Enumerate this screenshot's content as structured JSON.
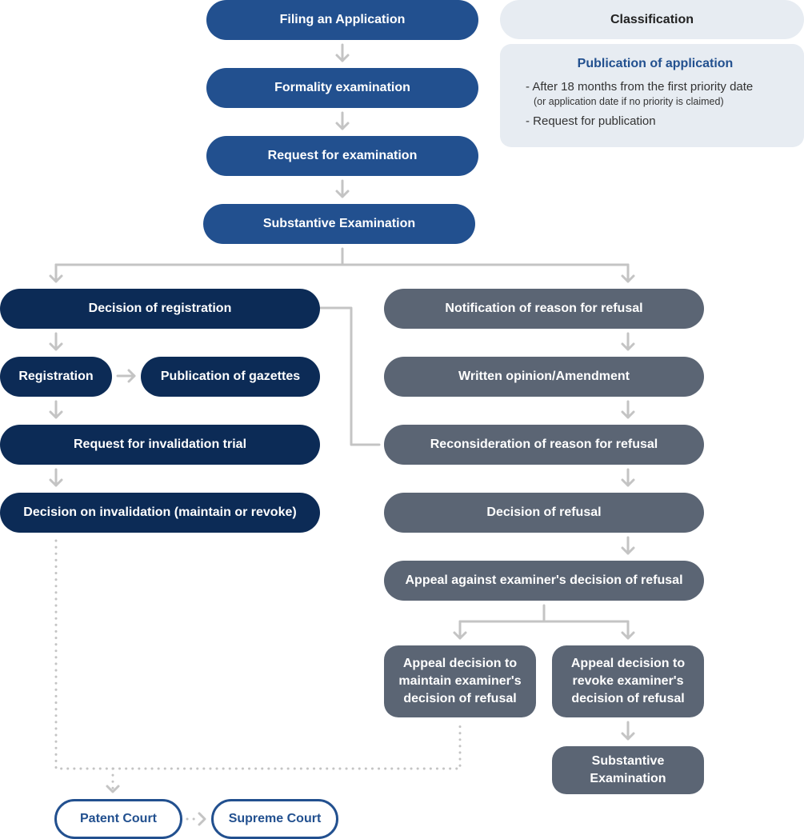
{
  "classification": {
    "header": "Classification",
    "title": "Publication of application",
    "items": [
      "- After 18 months from the first priority date",
      "(or application date if no priority is claimed)",
      "- Request for publication"
    ]
  },
  "nodes": {
    "filing": "Filing an Application",
    "formality": "Formality examination",
    "request_exam": "Request for examination",
    "substantive": "Substantive Examination",
    "decision_registration": "Decision of registration",
    "registration": "Registration",
    "publication_gazettes": "Publication of gazettes",
    "request_invalidation": "Request for invalidation trial",
    "decision_invalidation": "Decision on invalidation (maintain or revoke)",
    "notification_refusal": "Notification of reason for refusal",
    "written_opinion": "Written opinion/Amendment",
    "reconsideration": "Reconsideration of reason for refusal",
    "decision_refusal": "Decision of refusal",
    "appeal": "Appeal against examiner's decision of refusal",
    "appeal_maintain": [
      "Appeal decision to",
      "maintain examiner's",
      "decision of refusal"
    ],
    "appeal_revoke": [
      "Appeal decision to",
      "revoke examiner's",
      "decision of refusal"
    ],
    "substantive_2": [
      "Substantive",
      "Examination"
    ],
    "patent_court": "Patent Court",
    "supreme_court": "Supreme Court"
  },
  "colors": {
    "main_step": "#22508f",
    "registration_branch": "#0c2b56",
    "refusal_branch": "#5b6574",
    "connector": "#c4c4c4",
    "panel": "#e7ecf2"
  }
}
